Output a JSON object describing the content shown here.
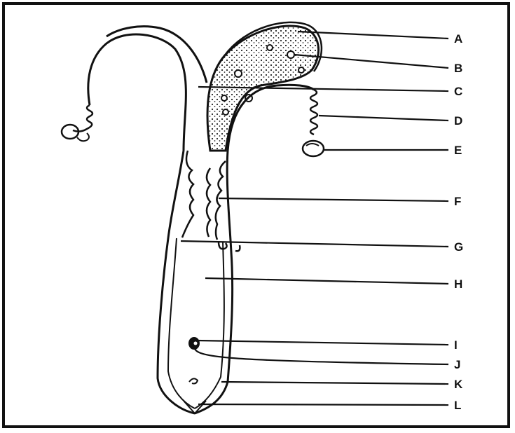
{
  "labels": [
    {
      "id": "a",
      "text": "A"
    },
    {
      "id": "b",
      "text": "B"
    },
    {
      "id": "c",
      "text": "C"
    },
    {
      "id": "d",
      "text": "D"
    },
    {
      "id": "e",
      "text": "E"
    },
    {
      "id": "f",
      "text": "F"
    },
    {
      "id": "g",
      "text": "G"
    },
    {
      "id": "h",
      "text": "H"
    },
    {
      "id": "i",
      "text": "I"
    },
    {
      "id": "j",
      "text": "J"
    },
    {
      "id": "k",
      "text": "K"
    },
    {
      "id": "l",
      "text": "L"
    }
  ]
}
